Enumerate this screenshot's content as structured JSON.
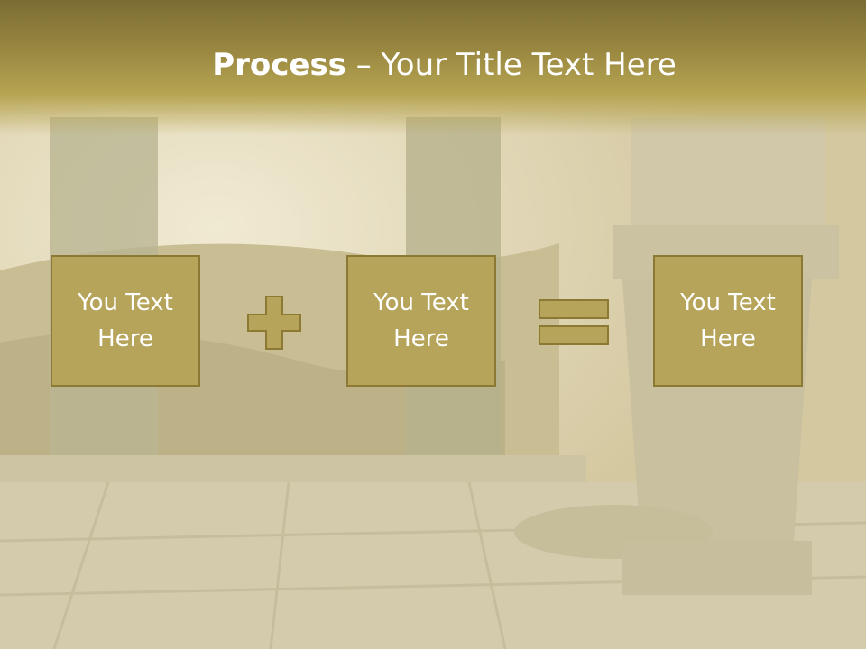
{
  "slide": {
    "title_bold": "Process",
    "title_rest": " – Your Title Text Here",
    "boxes": [
      {
        "text_line1": "You Text",
        "text_line2": "Here"
      },
      {
        "text_line1": "You Text",
        "text_line2": "Here"
      },
      {
        "text_line1": "You Text",
        "text_line2": "Here"
      }
    ],
    "operators": [
      "plus-icon",
      "equals-icon"
    ],
    "colors": {
      "box_fill": "#b6a45a",
      "box_border": "#8c7a34",
      "title_band": "#9c8a42",
      "text": "#ffffff"
    }
  }
}
